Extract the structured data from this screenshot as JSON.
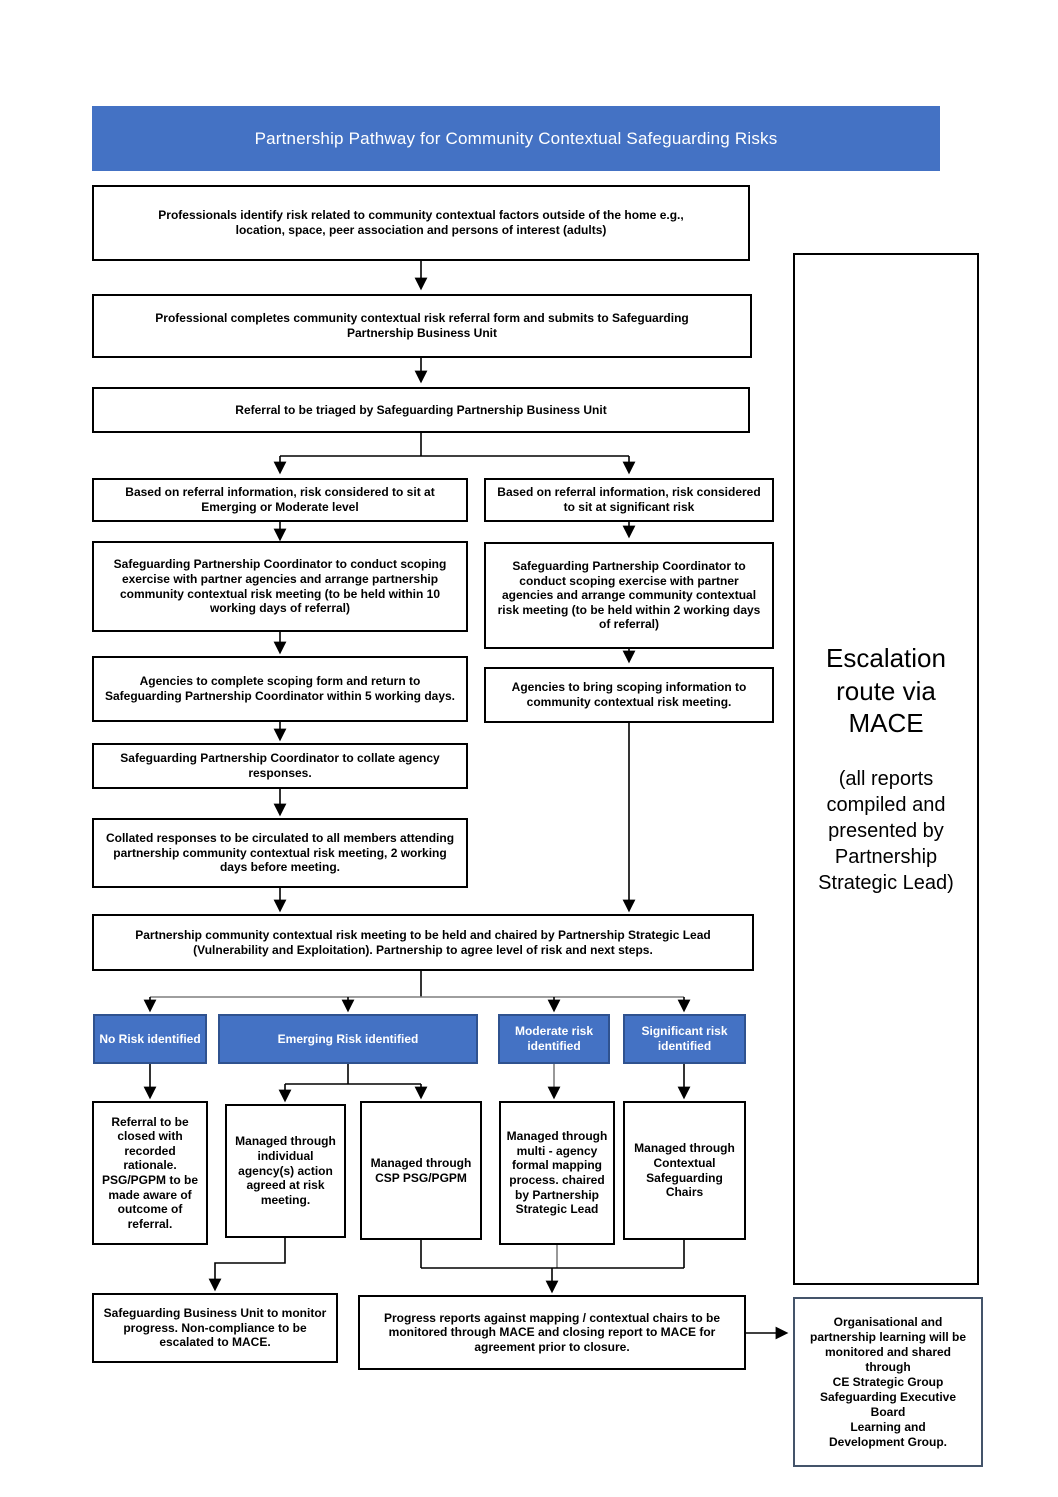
{
  "title": "Partnership Pathway for Community Contextual Safeguarding Risks",
  "colors": {
    "accent_blue": "#4472C4",
    "blue_border": "#2F528F",
    "navy_border": "#44546A"
  },
  "flow": {
    "identify_risk": "Professionals identify risk related to community contextual factors outside of the home e.g., location, space, peer association and persons of interest (adults)",
    "complete_referral": "Professional completes community contextual risk referral form and submits to Safeguarding Partnership Business Unit",
    "triage": "Referral to be triaged by Safeguarding Partnership Business Unit",
    "left_branch": {
      "risk_level": "Based on referral information, risk considered to sit at Emerging or Moderate level",
      "scoping": "Safeguarding Partnership Coordinator to conduct scoping exercise with partner agencies and arrange partnership community contextual risk meeting (to be held within 10 working days of referral)",
      "agencies_return": "Agencies to complete scoping form and return to Safeguarding Partnership Coordinator within 5 working days.",
      "collate": "Safeguarding Partnership Coordinator to collate agency responses.",
      "circulate": "Collated responses to be circulated to all members attending partnership community contextual risk meeting, 2 working days before meeting."
    },
    "right_branch": {
      "risk_level": "Based on referral information, risk considered to sit at significant risk",
      "scoping": "Safeguarding Partnership Coordinator to conduct scoping exercise with partner agencies and arrange community contextual risk meeting (to be held within 2 working days of referral)",
      "agencies_bring": "Agencies to bring scoping information to community contextual risk meeting."
    },
    "meeting": "Partnership community contextual risk meeting to be held and chaired by Partnership Strategic Lead (Vulnerability and Exploitation). Partnership to agree level of risk and next steps.",
    "outcomes": {
      "no_risk": {
        "label": "No Risk identified",
        "action": "Referral to be closed with recorded rationale. PSG/PGPM to be made aware of outcome of referral."
      },
      "emerging": {
        "label": "Emerging Risk identified",
        "action_individual": "Managed through individual agency(s) action agreed at risk meeting.",
        "action_csp": "Managed through CSP PSG/PGPM"
      },
      "moderate": {
        "label": "Moderate risk identified",
        "action": "Managed through multi - agency formal mapping process. chaired by Partnership Strategic Lead"
      },
      "significant": {
        "label": "Significant risk identified",
        "action": "Managed through Contextual Safeguarding Chairs"
      }
    },
    "monitoring": {
      "business_unit": "Safeguarding Business Unit to monitor progress. Non-compliance to be escalated to MACE.",
      "progress_reports": "Progress reports against mapping / contextual chairs to be monitored through MACE and closing report to MACE for agreement prior to closure."
    }
  },
  "escalation": {
    "heading": "Escalation route via MACE",
    "subtext": "(all reports compiled and presented by Partnership Strategic Lead)"
  },
  "learning": {
    "lines": [
      "Organisational and partnership  learning will be monitored and shared through",
      "CE Strategic Group",
      "Safeguarding Executive Board",
      "Learning and",
      "Development Group."
    ]
  }
}
